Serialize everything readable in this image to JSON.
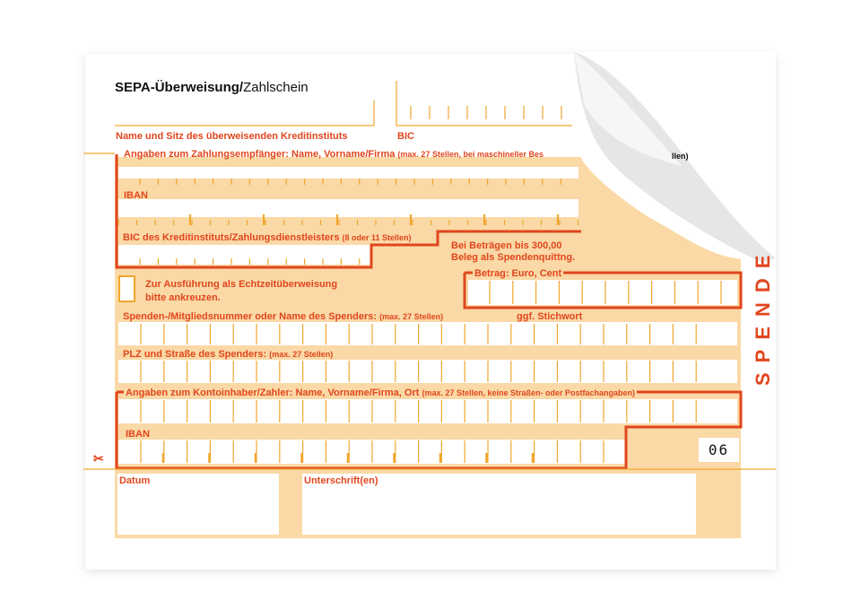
{
  "form": {
    "title_bold": "SEPA-Überweisung/",
    "title_rest": "Zahlschein",
    "bank_label": "Name und Sitz des überweisenden Kreditinstituts",
    "bic_top_label": "BIC",
    "payee_label": "Angaben zum Zahlungsempfänger: Name, Vorname/Firma",
    "payee_hint": "(max. 27 Stellen, bei maschineller Bes",
    "payee_hint_tail": "llen)",
    "iban_label": "IBAN",
    "bic_payee_label": "BIC des Kreditinstituts/Zahlungsdienstleisters",
    "bic_payee_hint": "(8 oder 11 Stellen)",
    "receipt_note_1": "Bei Beträgen bis 300,00",
    "receipt_note_2": "Beleg als Spendenquitt",
    "receipt_note_2_tail": "ng.",
    "instant_label_1": "Zur Ausführung als Echtzeitüberweisung",
    "instant_label_2": "bitte ankreuzen.",
    "amount_label": "Betrag: Euro, Cent",
    "donor_no_label": "Spenden-/Mitgliedsnummer oder Name des Spenders:",
    "donor_no_hint": "(max. 27 Stellen)",
    "keyword_label": "ggf. Stichwort",
    "street_label": "PLZ und Straße des Spenders:",
    "street_hint": "(max. 27 Stellen)",
    "payer_label": "Angaben zum Kontoinhaber/Zahler: Name, Vorname/Firma, Ort",
    "payer_hint": "(max. 27 Stellen, keine Straßen- oder Postfachangaben)",
    "payer_iban_label": "IBAN",
    "form_code": "06",
    "date_label": "Datum",
    "signature_label": "Unterschrift(en)",
    "side_label": "SPENDE",
    "scissor_symbol": "✂",
    "colors": {
      "orange": "#e0461d",
      "peach": "#fad9a6",
      "yellow": "#f0a62d"
    }
  }
}
